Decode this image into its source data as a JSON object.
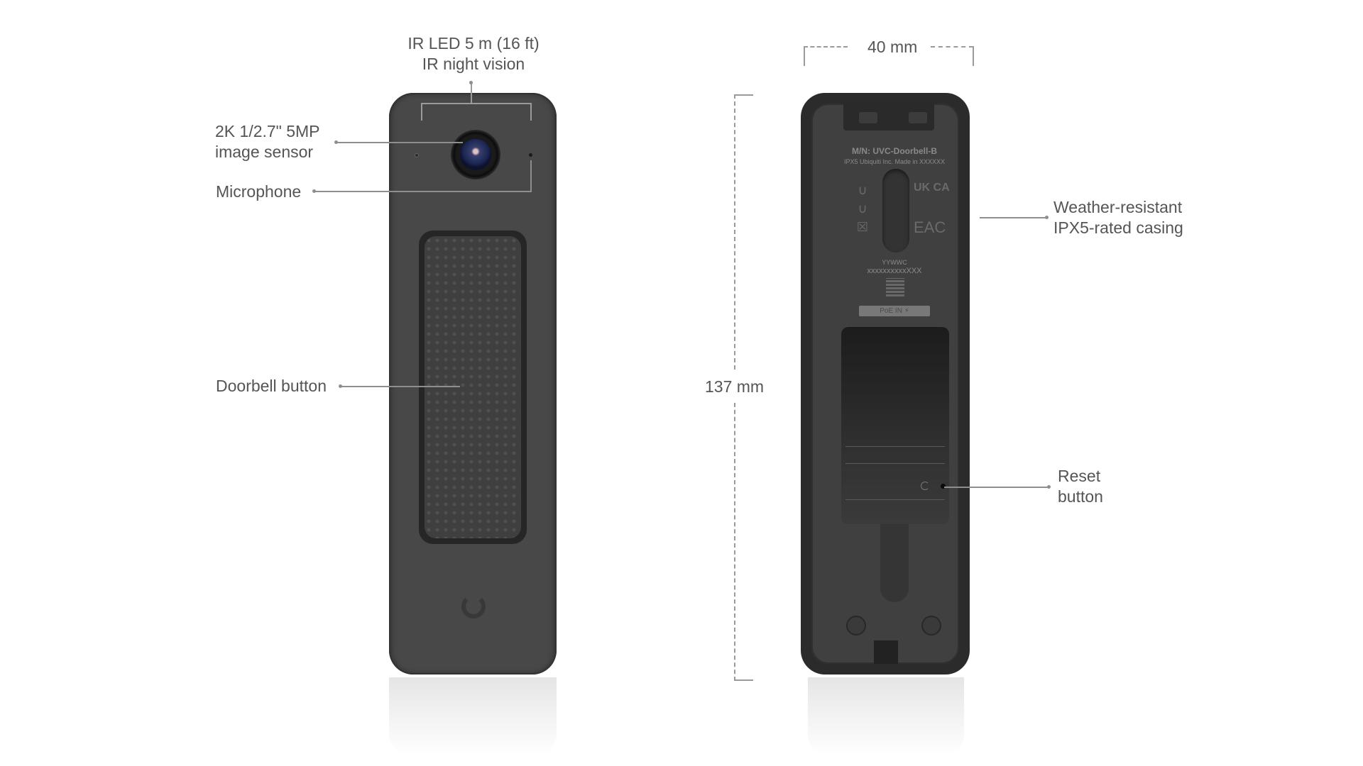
{
  "front_view": {
    "callouts": {
      "ir_led": {
        "line1": "IR LED 5 m (16 ft)",
        "line2": "IR night vision"
      },
      "image_sensor": {
        "line1": "2K 1/2.7\" 5MP",
        "line2": "image sensor"
      },
      "microphone": {
        "line1": "Microphone"
      },
      "doorbell_button": {
        "line1": "Doorbell button"
      }
    },
    "icons": [
      "camera-lens-icon",
      "ubiquiti-logo-icon"
    ]
  },
  "dimensions": {
    "width": "40 mm",
    "height": "137 mm"
  },
  "back_view": {
    "label_plate": {
      "model": "M/N: UVC-Doorbell-B",
      "info": "IPX5   Ubiquiti Inc.   Made in XXXXXX",
      "date_code": "YYWWC",
      "serial": "xxxxxxxxxxXXX",
      "poe": "PoE IN ⚡",
      "marks": [
        "UK CA",
        "EAC"
      ]
    },
    "callouts": {
      "casing": {
        "line1": "Weather-resistant",
        "line2": "IPX5-rated casing"
      },
      "reset": {
        "line1": "Reset",
        "line2": "button"
      }
    },
    "icons": [
      "reset-icon",
      "weee-bin-icon",
      "qr-code-icon"
    ]
  },
  "colors": {
    "device_body": "#484848",
    "device_back": "#2b2b2b",
    "callout_line": "#8e8e8e",
    "label_text": "#555555",
    "lens_blue": "#28325f"
  }
}
